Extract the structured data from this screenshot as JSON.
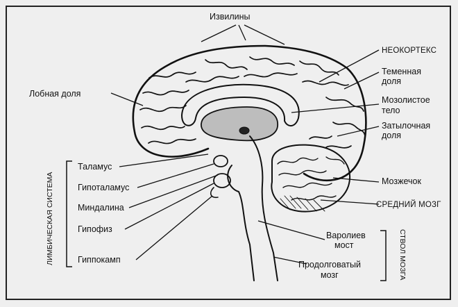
{
  "labels": {
    "convolutions": "Извилины",
    "neocortex": "НЕОКОРТЕКС",
    "parietal_1": "Теменная",
    "parietal_2": "доля",
    "corpus_callosum_1": "Мозолистое",
    "corpus_callosum_2": "тело",
    "frontal": "Лобная доля",
    "occipital_1": "Затылочная",
    "occipital_2": "доля",
    "thalamus": "Таламус",
    "hypothalamus": "Гипоталамус",
    "amygdala": "Миндалина",
    "pituitary": "Гипофиз",
    "hippocampus": "Гиппокамп",
    "cerebellum": "Мозжечок",
    "midbrain": "СРЕДНИЙ МОЗГ",
    "pons_1": "Варолиев",
    "pons_2": "мост",
    "medulla_1": "Продолговатый",
    "medulla_2": "мозг"
  },
  "groups": {
    "limbic_system": "ЛИМБИЧЕСКАЯ СИСТЕМА",
    "brainstem": "СТВОЛ МОЗГА"
  }
}
